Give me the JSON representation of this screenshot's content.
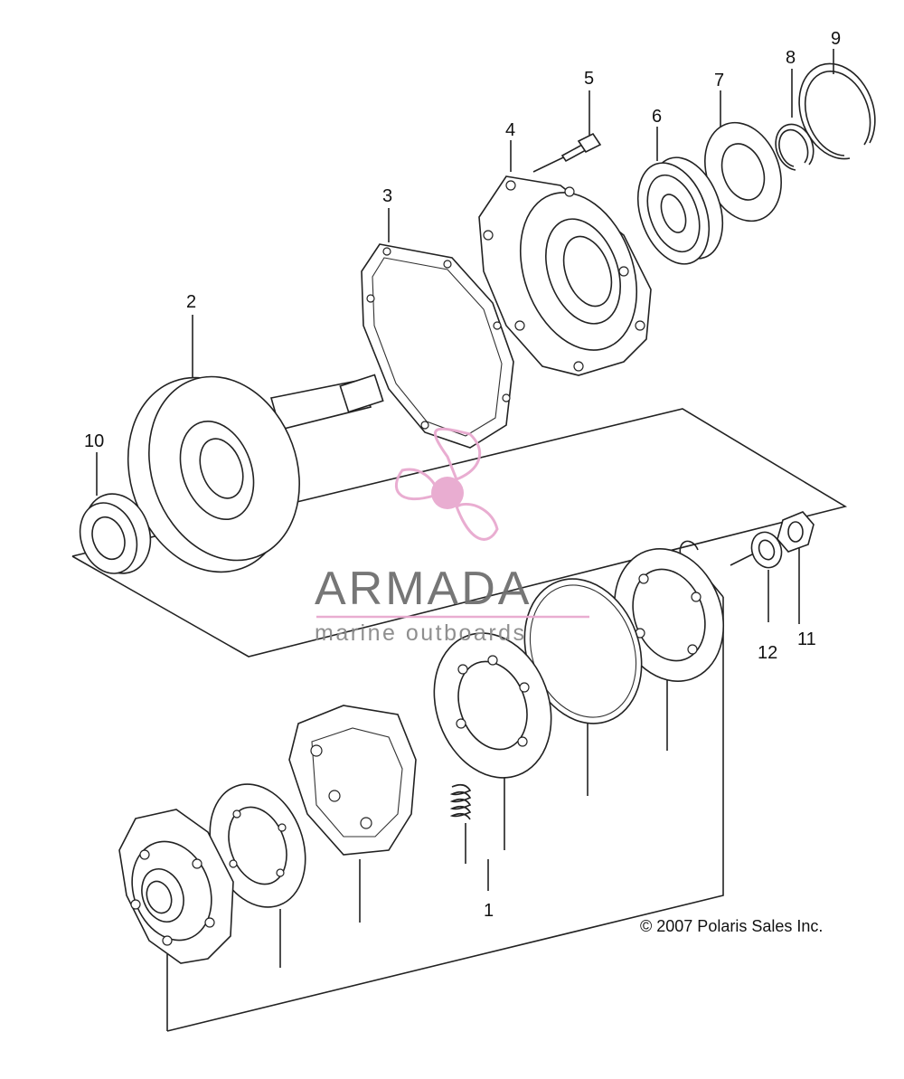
{
  "callouts": {
    "c1": "1",
    "c2": "2",
    "c3": "3",
    "c4": "4",
    "c5": "5",
    "c6": "6",
    "c7": "7",
    "c8": "8",
    "c9": "9",
    "c10": "10",
    "c11": "11",
    "c12": "12"
  },
  "copyright": "© 2007 Polaris Sales Inc.",
  "watermark": {
    "brand": "ARMADA",
    "tagline": "marine outboards",
    "color": "#e8a9cf"
  }
}
